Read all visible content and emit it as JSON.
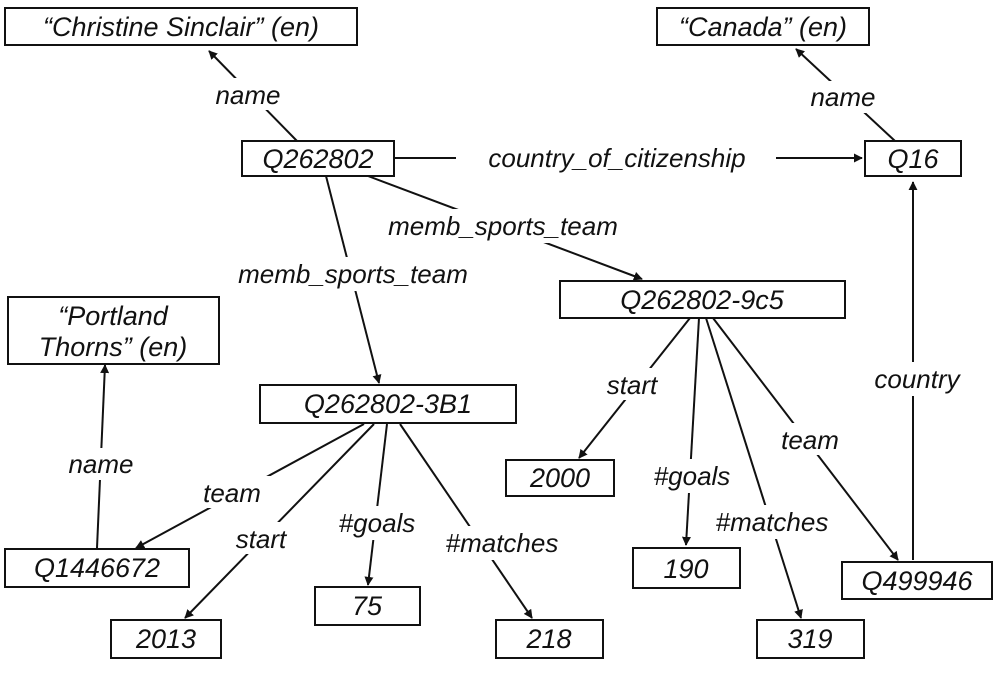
{
  "nodes": {
    "sinclair_name": "“Christine Sinclair” (en)",
    "canada_name": "“Canada” (en)",
    "q262802": "Q262802",
    "q16": "Q16",
    "q262802_9c5": "Q262802-9c5",
    "portland_line1": "“Portland",
    "portland_line2": "Thorns” (en)",
    "q262802_3b1": "Q262802-3B1",
    "val_2000": "2000",
    "q1446672": "Q1446672",
    "val_190": "190",
    "q499946": "Q499946",
    "val_75": "75",
    "val_2013": "2013",
    "val_218": "218",
    "val_319": "319"
  },
  "edges": {
    "name_sinclair": "name",
    "name_canada": "name",
    "country_of_citizenship": "country_of_citizenship",
    "memb_sports_team_a": "memb_sports_team",
    "memb_sports_team_b": "memb_sports_team",
    "start_9c5": "start",
    "goals_9c5": "#goals",
    "matches_9c5": "#matches",
    "team_9c5": "team",
    "country": "country",
    "name_portland": "name",
    "team_3b1": "team",
    "start_3b1": "start",
    "goals_3b1": "#goals",
    "matches_3b1": "#matches"
  }
}
